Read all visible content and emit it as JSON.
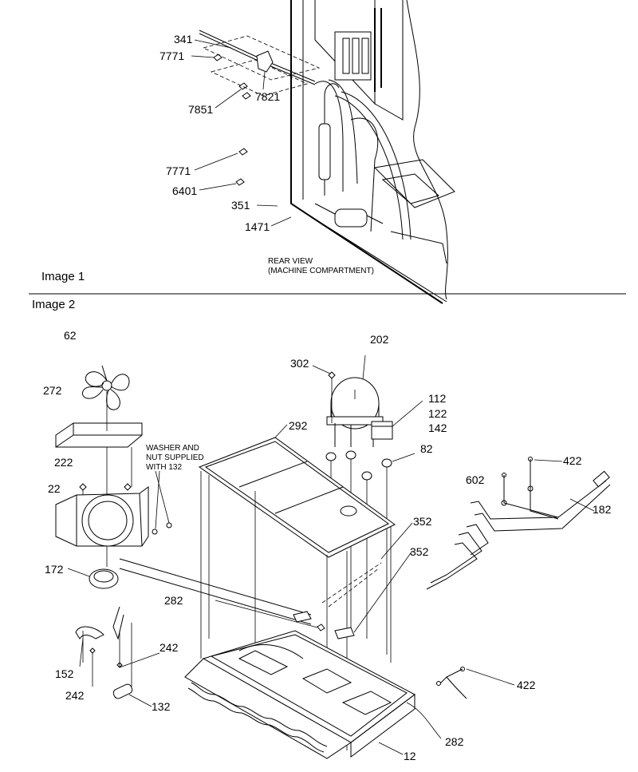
{
  "image1": {
    "caption": "Image 1",
    "rear_view_line1": "REAR VIEW",
    "rear_view_line2": "(MACHINE COMPARTMENT)",
    "labels": [
      "341",
      "7771",
      "7821",
      "7851",
      "7771",
      "6401",
      "351",
      "1471"
    ]
  },
  "image2": {
    "caption": "Image 2",
    "washer_note": [
      "WASHER AND",
      "NUT SUPPLIED",
      "WITH 132"
    ],
    "labels": [
      "62",
      "272",
      "222",
      "22",
      "172",
      "152",
      "242",
      "242",
      "132",
      "302",
      "202",
      "112",
      "122",
      "142",
      "82",
      "292",
      "352",
      "352",
      "282",
      "282",
      "12",
      "422",
      "602",
      "182",
      "422"
    ]
  }
}
